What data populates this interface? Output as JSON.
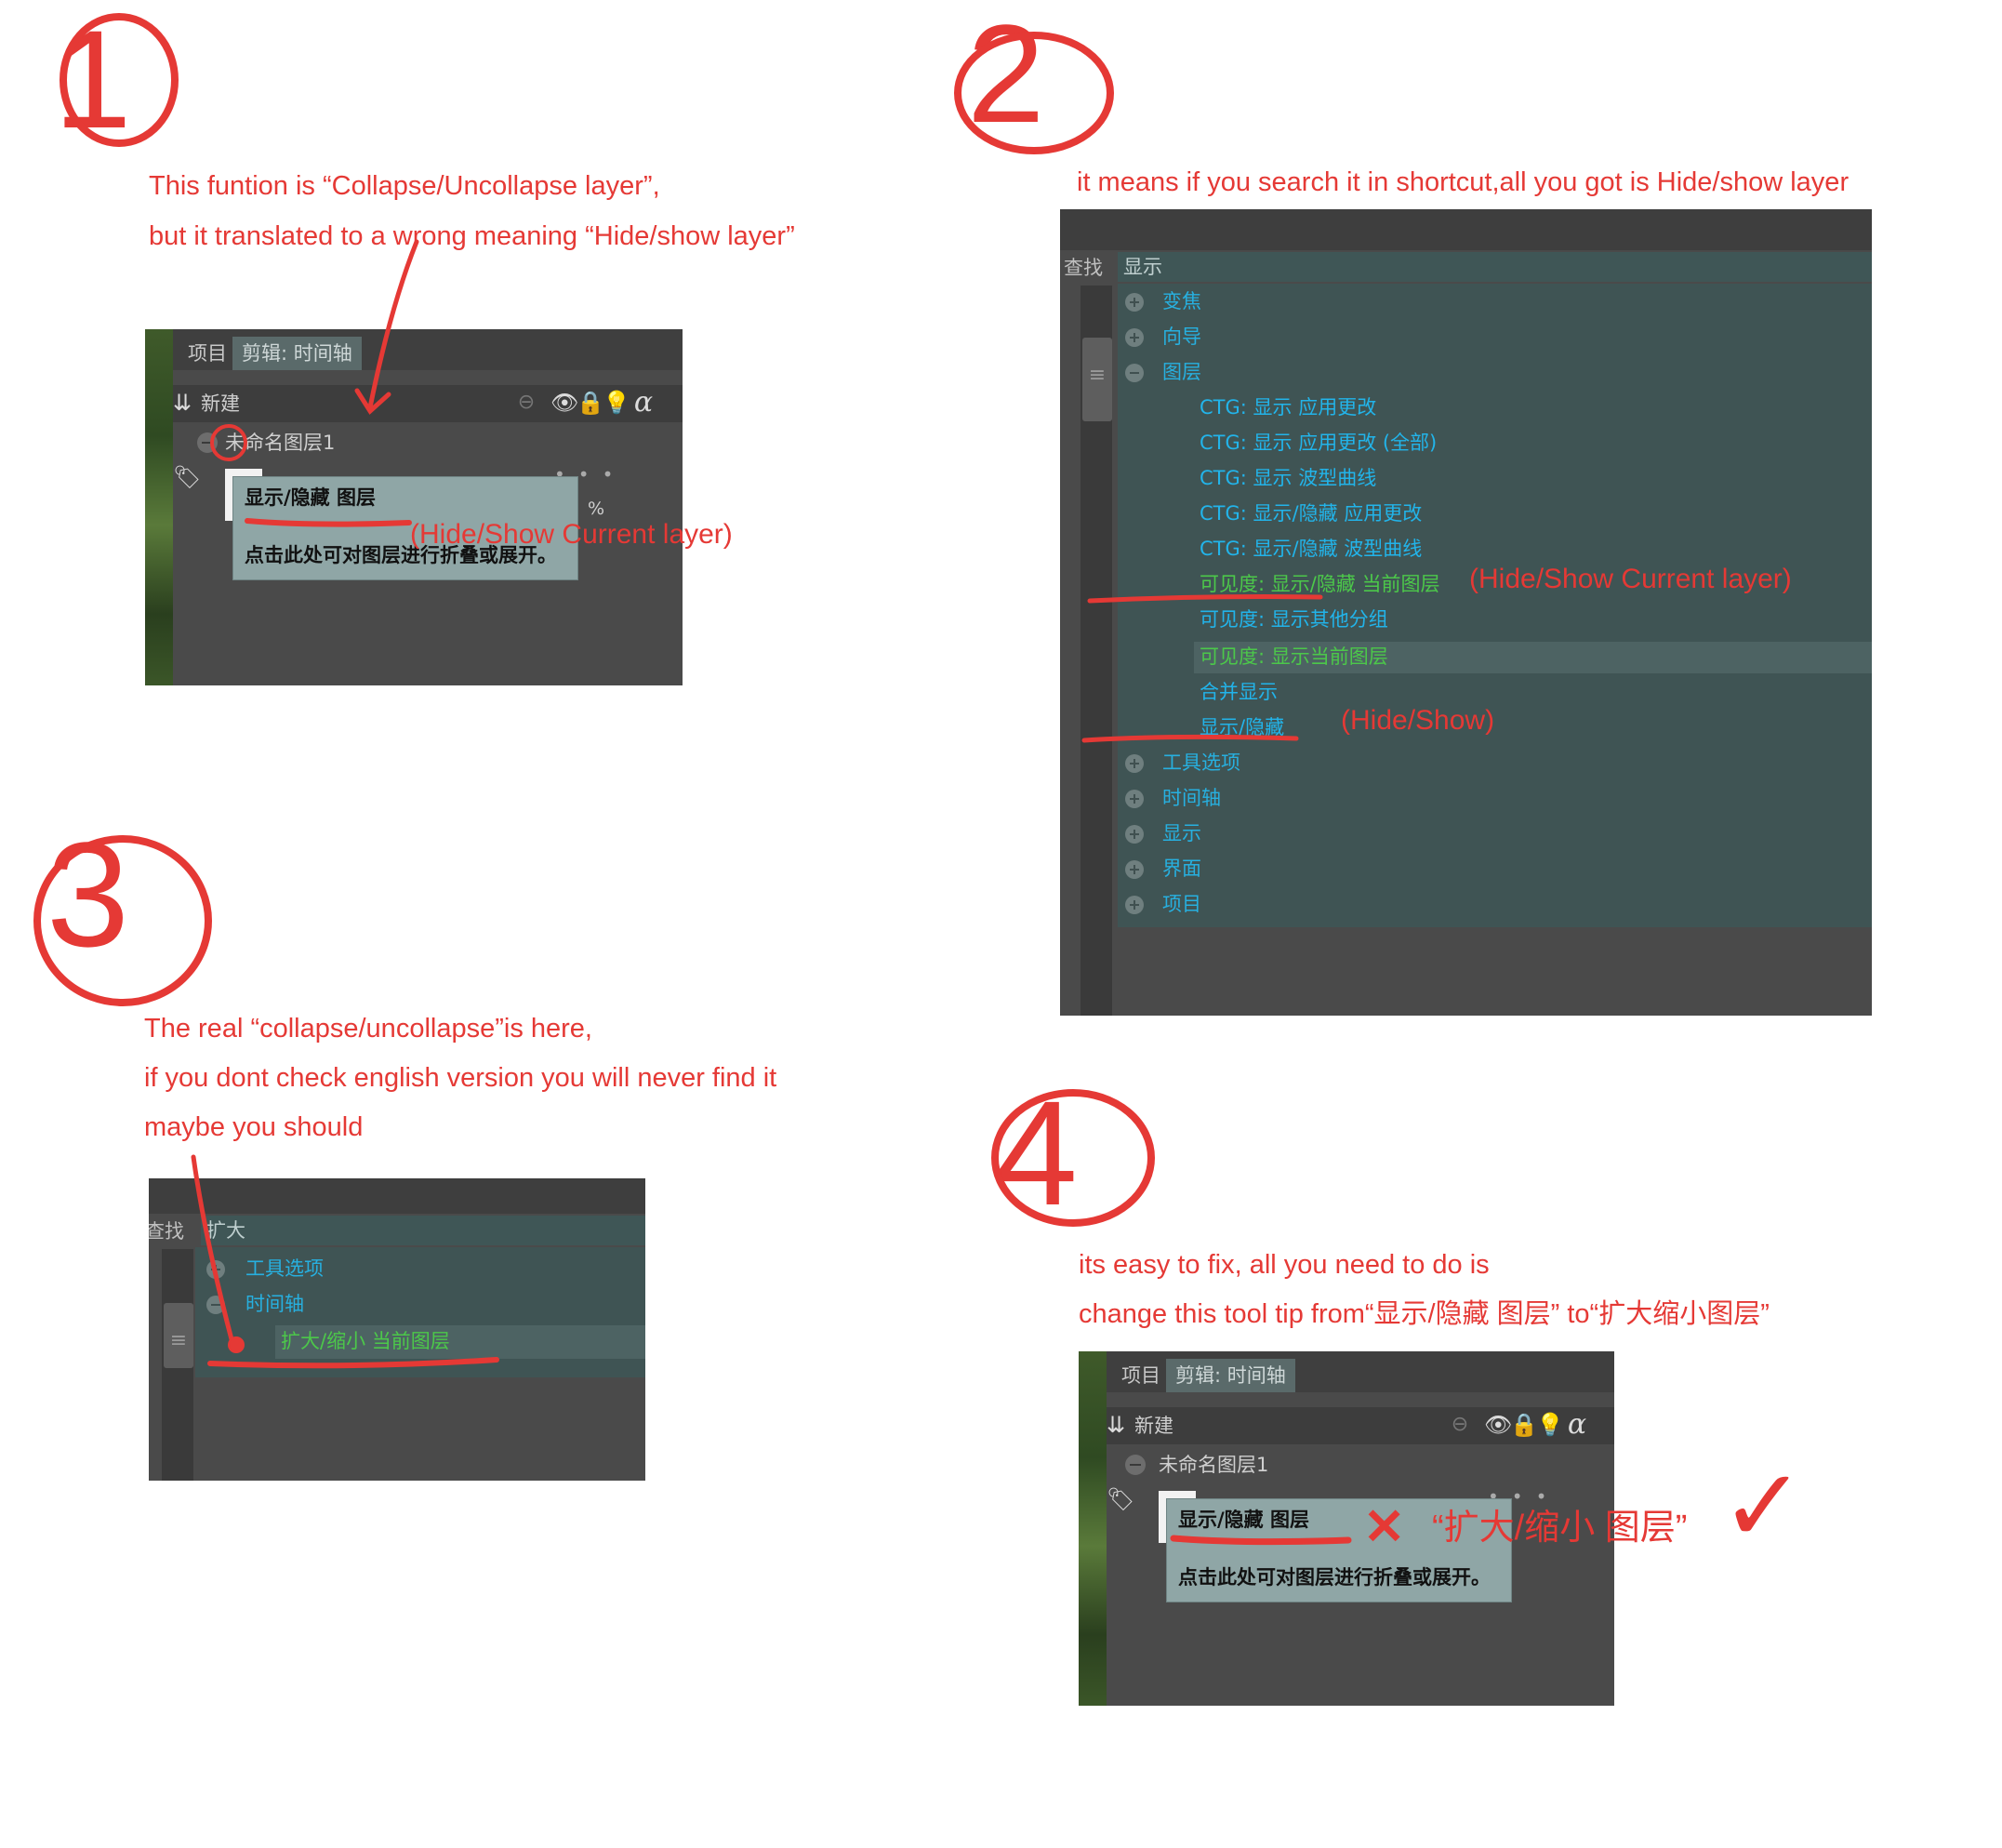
{
  "annotations": {
    "step1": {
      "number": "1",
      "line1": "This funtion is “Collapse/Uncollapse layer”,",
      "line2": "but it translated to a wrong meaning “Hide/show layer”",
      "label": "(Hide/Show Current layer)"
    },
    "step2": {
      "number": "2",
      "line1": "it means if you search it in shortcut,all you got is Hide/show layer",
      "label_current": "(Hide/Show Current layer)",
      "label_show": "(Hide/Show)"
    },
    "step3": {
      "number": "3",
      "line1": "The real “collapse/uncollapse”is here,",
      "line2": "if you dont check english version you will never find it",
      "line3": "maybe you should"
    },
    "step4": {
      "number": "4",
      "line1": "its easy to fix, all you need to do is",
      "line2": "change this tool tip from“显示/隐藏 图层” to“扩大缩小图层”",
      "suggestion": "“扩大/缩小 图层”",
      "cross": "✕",
      "check": "✓"
    }
  },
  "layers_panel": {
    "tab_project": "项目",
    "tab_clip": "剪辑: 时间轴",
    "new_label": "新建",
    "layer_name": "未命名图层1",
    "percent": "%",
    "tooltip_title": "显示/隐藏 图层",
    "tooltip_desc": "点击此处可对图层进行折叠或展开。",
    "icons": [
      "layer-stack-icon",
      "dropdown-icon",
      "eye-icon",
      "lock-icon",
      "bulb-icon",
      "alpha-icon",
      "tag-icon"
    ]
  },
  "shortcuts_panel": {
    "search_label": "查找",
    "search_value": "显示",
    "categories_top": [
      "变焦",
      "向导",
      "图层"
    ],
    "commands": [
      {
        "text": "CTG: 显示 应用更改",
        "color": "blue"
      },
      {
        "text": "CTG: 显示 应用更改 (全部)",
        "color": "blue"
      },
      {
        "text": "CTG: 显示 波型曲线",
        "color": "blue"
      },
      {
        "text": "CTG: 显示/隐藏 应用更改",
        "color": "blue"
      },
      {
        "text": "CTG: 显示/隐藏 波型曲线",
        "color": "blue"
      },
      {
        "text": "可见度: 显示/隐藏 当前图层",
        "color": "green"
      },
      {
        "text": "可见度: 显示其他分组",
        "color": "blue"
      },
      {
        "text": "可见度: 显示当前图层",
        "color": "green"
      },
      {
        "text": "合并显示",
        "color": "blue"
      },
      {
        "text": "显示/隐藏",
        "color": "blue"
      }
    ],
    "categories_bottom": [
      "工具选项",
      "时间轴",
      "显示",
      "界面",
      "项目"
    ]
  },
  "expand_panel": {
    "search_label": "查找",
    "search_value": "扩大",
    "categories": [
      "工具选项",
      "时间轴"
    ],
    "command": "扩大/缩小 当前图层"
  },
  "colors": {
    "annotation_red": "#e53935",
    "panel_bg": "#4a4a4a",
    "list_bg": "#3f5454",
    "category_blue": "#27b0e0",
    "command_green": "#4cc84a",
    "tooltip_bg": "#8fa6a6"
  }
}
